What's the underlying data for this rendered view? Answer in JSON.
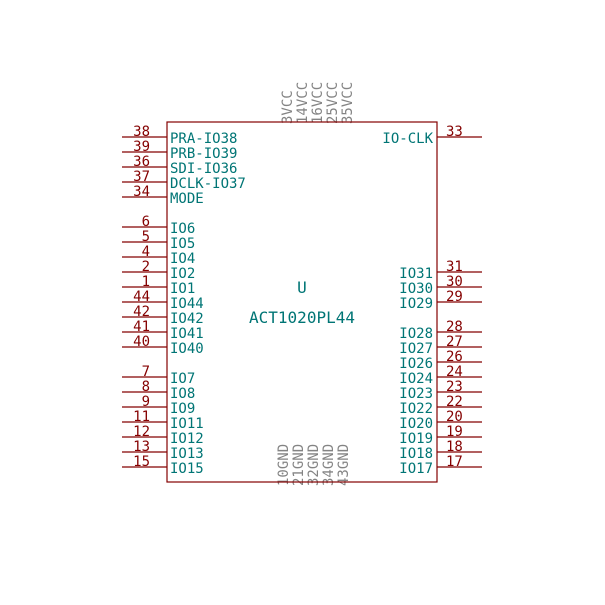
{
  "component": {
    "reference": "U",
    "value": "ACT1020PL44"
  },
  "colors": {
    "body": "#840000",
    "pin_line": "#840000",
    "pin_number": "#840000",
    "pin_name": "#007575",
    "power_pin": "#848484",
    "reference": "#007575",
    "value": "#007575",
    "background": "#ffffff"
  },
  "left_pins": [
    {
      "number": "38",
      "name": "PRA-IO38",
      "row": 0
    },
    {
      "number": "39",
      "name": "PRB-IO39",
      "row": 1
    },
    {
      "number": "36",
      "name": "SDI-IO36",
      "row": 2
    },
    {
      "number": "37",
      "name": "DCLK-IO37",
      "row": 3
    },
    {
      "number": "34",
      "name": "MODE",
      "row": 4
    },
    {
      "number": "6",
      "name": "IO6",
      "row": 6
    },
    {
      "number": "5",
      "name": "IO5",
      "row": 7
    },
    {
      "number": "4",
      "name": "IO4",
      "row": 8
    },
    {
      "number": "2",
      "name": "IO2",
      "row": 9
    },
    {
      "number": "1",
      "name": "IO1",
      "row": 10
    },
    {
      "number": "44",
      "name": "IO44",
      "row": 11
    },
    {
      "number": "42",
      "name": "IO42",
      "row": 12
    },
    {
      "number": "41",
      "name": "IO41",
      "row": 13
    },
    {
      "number": "40",
      "name": "IO40",
      "row": 14
    },
    {
      "number": "7",
      "name": "IO7",
      "row": 16
    },
    {
      "number": "8",
      "name": "IO8",
      "row": 17
    },
    {
      "number": "9",
      "name": "IO9",
      "row": 18
    },
    {
      "number": "11",
      "name": "IO11",
      "row": 19
    },
    {
      "number": "12",
      "name": "IO12",
      "row": 20
    },
    {
      "number": "13",
      "name": "IO13",
      "row": 21
    },
    {
      "number": "15",
      "name": "IO15",
      "row": 22
    }
  ],
  "right_pins": [
    {
      "number": "33",
      "name": "IO-CLK",
      "row": 0
    },
    {
      "number": "31",
      "name": "IO31",
      "row": 9
    },
    {
      "number": "30",
      "name": "IO30",
      "row": 10
    },
    {
      "number": "29",
      "name": "IO29",
      "row": 11
    },
    {
      "number": "28",
      "name": "IO28",
      "row": 13
    },
    {
      "number": "27",
      "name": "IO27",
      "row": 14
    },
    {
      "number": "26",
      "name": "IO26",
      "row": 15
    },
    {
      "number": "24",
      "name": "IO24",
      "row": 16
    },
    {
      "number": "23",
      "name": "IO23",
      "row": 17
    },
    {
      "number": "22",
      "name": "IO22",
      "row": 18
    },
    {
      "number": "20",
      "name": "IO20",
      "row": 19
    },
    {
      "number": "19",
      "name": "IO19",
      "row": 20
    },
    {
      "number": "18",
      "name": "IO18",
      "row": 21
    },
    {
      "number": "17",
      "name": "IO17",
      "row": 22
    }
  ],
  "top_pins": [
    {
      "label": "3VCC",
      "col": 0
    },
    {
      "label": "14VCC",
      "col": 1
    },
    {
      "label": "16VCC",
      "col": 2
    },
    {
      "label": "25VCC",
      "col": 3
    },
    {
      "label": "35VCC",
      "col": 4
    }
  ],
  "bottom_pins": [
    {
      "label": "10GND",
      "col": 0
    },
    {
      "label": "21GND",
      "col": 1
    },
    {
      "label": "32GND",
      "col": 2
    },
    {
      "label": "34GND",
      "col": 3
    },
    {
      "label": "43GND",
      "col": 4
    }
  ]
}
